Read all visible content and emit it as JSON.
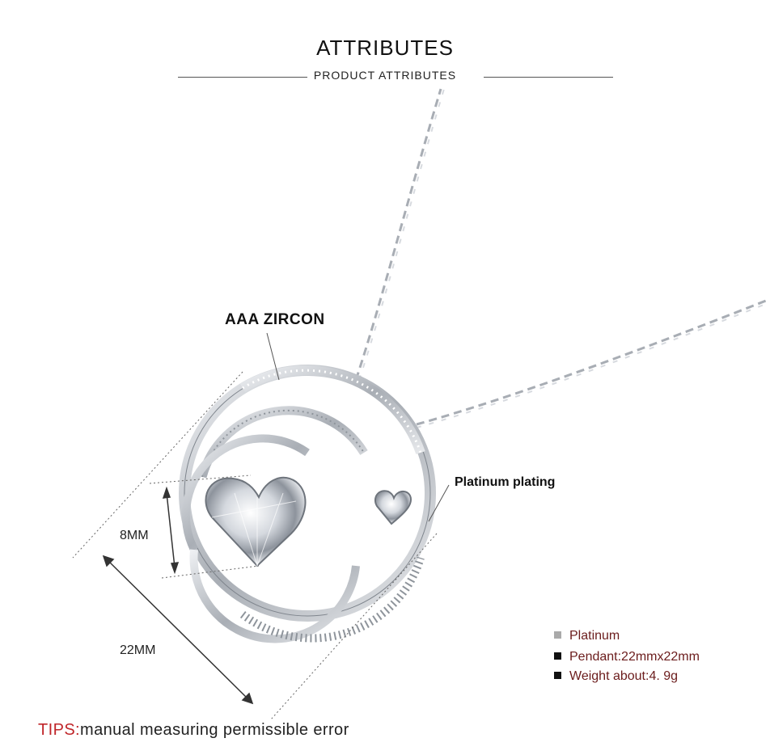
{
  "header": {
    "title": "ATTRIBUTES",
    "subtitle": "PRODUCT ATTRIBUTES"
  },
  "callouts": {
    "zircon": "AAA ZIRCON",
    "plating": "Platinum plating",
    "dim_small": "8MM",
    "dim_large": "22MM"
  },
  "specs": [
    {
      "label": "Platinum",
      "marker_color": "#aaaaaa"
    },
    {
      "label": "Pendant:22mmx22mm",
      "marker_color": "#111111"
    },
    {
      "label": "Weight about:4. 9g",
      "marker_color": "#111111"
    }
  ],
  "tips": {
    "prefix": "TIPS:",
    "text": "manual measuring permissible error"
  },
  "colors": {
    "accent": "#c0262a",
    "spec_text": "#6b1c1c",
    "metal": "#b8bcc2"
  }
}
